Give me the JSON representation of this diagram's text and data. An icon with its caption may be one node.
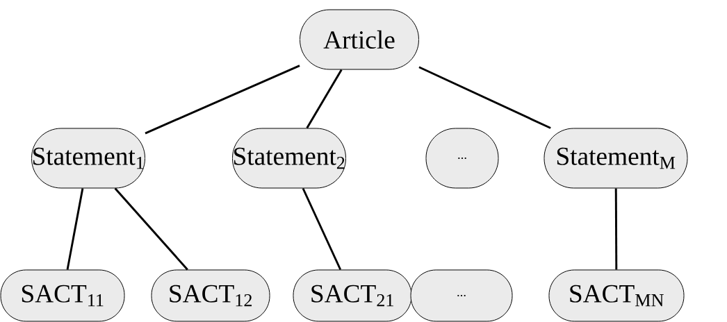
{
  "diagram": {
    "nodes": [
      {
        "text": [
          "Article"
        ]
      },
      {
        "text": [
          "Statement$_{1}$"
        ]
      },
      {
        "text": [
          "Statement$_{2}$"
        ]
      },
      {
        "text": [
          "..."
        ]
      },
      {
        "text": [
          "Statement$_{M}$"
        ]
      },
      {
        "text": [
          "SACT$_{11}$"
        ]
      },
      {
        "text": [
          "SACT$_{12}$"
        ]
      },
      {
        "text": [
          "SACT$_{21}$"
        ]
      },
      {
        "text": [
          "..."
        ]
      },
      {
        "text": [
          "SACT$_{MN}$"
        ]
      }
    ],
    "edges": [
      {
        "from": 0,
        "to": 1,
        "arrow": "none"
      },
      {
        "from": 0,
        "to": 2,
        "arrow": "none"
      },
      {
        "from": 0,
        "to": 4,
        "arrow": "none"
      },
      {
        "from": 1,
        "to": 5,
        "arrow": "none"
      },
      {
        "from": 1,
        "to": 6,
        "arrow": "none"
      },
      {
        "from": 2,
        "to": 7,
        "arrow": "none"
      },
      {
        "from": 4,
        "to": 9,
        "arrow": "none"
      }
    ]
  }
}
